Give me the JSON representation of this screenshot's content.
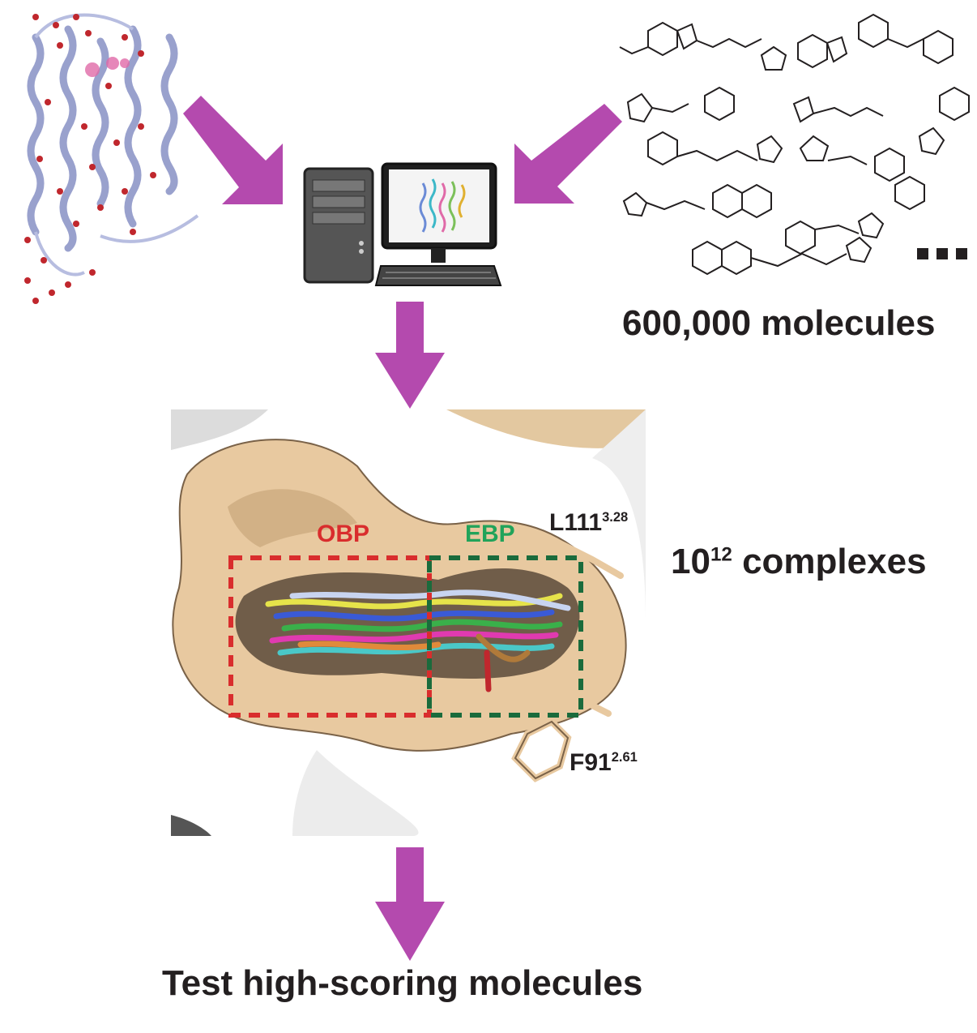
{
  "library": {
    "count_label": "600,000 molecules"
  },
  "docking": {
    "complexes_base": "10",
    "complexes_exp": "12",
    "complexes_rest": " complexes"
  },
  "pocket": {
    "obp_label": "OBP",
    "ebp_label": "EBP",
    "residue_top": {
      "name": "L111",
      "sup": "3.28"
    },
    "residue_bottom": {
      "name": "F91",
      "sup": "2.61"
    }
  },
  "final_step": "Test high-scoring molecules",
  "colors": {
    "arrow": "#b44aae",
    "surface": "#e8c9a0",
    "obp": "#d92d2d",
    "ebp": "#1a6b3c",
    "ebp_text": "#21a35a",
    "text": "#231f20"
  }
}
